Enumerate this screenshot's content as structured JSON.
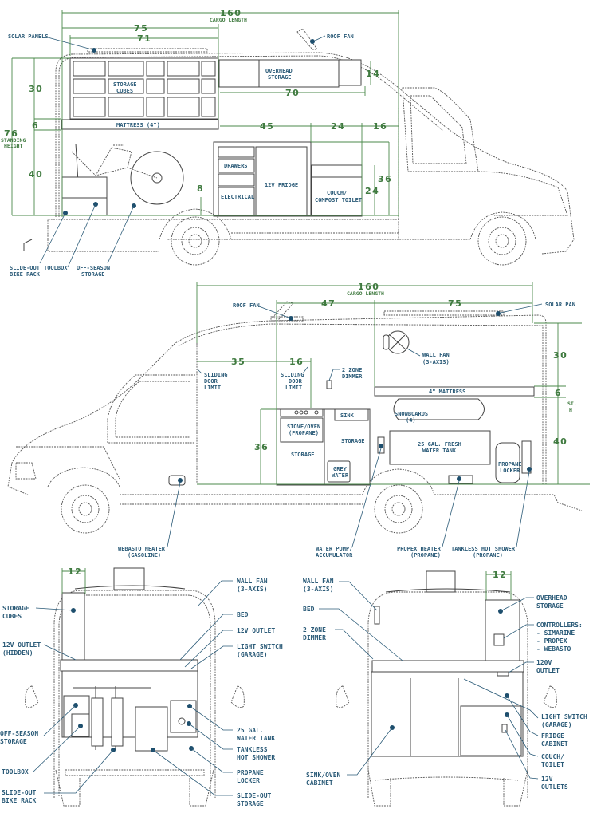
{
  "colors": {
    "label": "#2b5b78",
    "dimension": "#3f7a3f",
    "dot": "#1d4e6d",
    "lines": "#444444"
  },
  "side_view_driver": {
    "dims": {
      "cargo_length": "160",
      "cargo_length_label": "CARGO LENGTH",
      "d75": "75",
      "d71": "71",
      "d70": "70",
      "d14": "14",
      "d30": "30",
      "d6": "6",
      "d40": "40",
      "d76": "76",
      "standing": "STANDING",
      "height": "HEIGHT",
      "d45": "45",
      "d24a": "24",
      "d16": "16",
      "d36": "36",
      "d24b": "24",
      "d8": "8"
    },
    "labels": {
      "solar_panels": "SOLAR PANELS",
      "roof_fan": "ROOF FAN",
      "storage_cubes_1": "STORAGE",
      "storage_cubes_2": "CUBES",
      "overhead_1": "OVERHEAD",
      "overhead_2": "STORAGE",
      "mattress": "MATTRESS (4\")",
      "drawers": "DRAWERS",
      "electrical": "ELECTRICAL",
      "fridge": "12V FRIDGE",
      "couch_1": "COUCH/",
      "couch_2": "COMPOST TOILET",
      "bike_rack_1": "SLIDE-OUT",
      "bike_rack_2": "BIKE RACK",
      "toolbox": "TOOLBOX",
      "offseason_1": "OFF-SEASON",
      "offseason_2": "STORAGE"
    }
  },
  "side_view_passenger": {
    "dims": {
      "cargo_length": "160",
      "cargo_length_label": "CARGO LENGTH",
      "d47": "47",
      "d75": "75",
      "d35": "35",
      "d16": "16",
      "d36": "36",
      "d30": "30",
      "d6": "6",
      "d40": "40",
      "st": "ST.",
      "h": "H"
    },
    "labels": {
      "roof_fan": "ROOF FAN",
      "solar_pan": "SOLAR PAN",
      "wall_fan_1": "WALL FAN",
      "wall_fan_2": "(3-AXIS)",
      "sliding_a_1": "SLIDING",
      "sliding_a_2": "DOOR",
      "sliding_a_3": "LIMIT",
      "sliding_b_1": "SLIDING",
      "sliding_b_2": "DOOR",
      "sliding_b_3": "LIMIT",
      "dimmer_1": "2 ZONE",
      "dimmer_2": "DIMMER",
      "mattress": "4\" MATTRESS",
      "sink": "SINK",
      "stove_1": "STOVE/OVEN",
      "stove_2": "(PROPANE)",
      "storage_a": "STORAGE",
      "storage_b": "STORAGE",
      "grey_1": "GREY",
      "grey_2": "WATER",
      "snowboards_1": "SNOWBOARDS",
      "snowboards_2": "(4)",
      "tank_1": "25 GAL. FRESH",
      "tank_2": "WATER TANK",
      "propane_1": "PROPANE",
      "propane_2": "LOCKER",
      "webasto_1": "WEBASTO HEATER",
      "webasto_2": "(GASOLINE)",
      "pump_1": "WATER PUMP/",
      "pump_2": "ACCUMULATOR",
      "propex_1": "PROPEX HEATER",
      "propex_2": "(PROPANE)",
      "shower_1": "TANKLESS HOT SHOWER",
      "shower_2": "(PROPANE)"
    }
  },
  "rear_view": {
    "dims": {
      "d12": "12"
    },
    "labels": {
      "storage_cubes_1": "STORAGE",
      "storage_cubes_2": "CUBES",
      "outlet_hidden_1": "12V OUTLET",
      "outlet_hidden_2": "(HIDDEN)",
      "offseason_1": "OFF-SEASON",
      "offseason_2": "STORAGE",
      "toolbox": "TOOLBOX",
      "bike_rack_1": "SLIDE-OUT",
      "bike_rack_2": "BIKE RACK",
      "wall_fan_1": "WALL FAN",
      "wall_fan_2": "(3-AXIS)",
      "bed": "BED",
      "outlet_12v": "12V OUTLET",
      "light_switch_1": "LIGHT SWITCH",
      "light_switch_2": "(GARAGE)",
      "water_tank_1": "25 GAL.",
      "water_tank_2": "WATER TANK",
      "shower_1": "TANKLESS",
      "shower_2": "HOT SHOWER",
      "propane_1": "PROPANE",
      "propane_2": "LOCKER",
      "slide_storage_1": "SLIDE-OUT",
      "slide_storage_2": "STORAGE"
    }
  },
  "front_view": {
    "dims": {
      "d12": "12"
    },
    "labels": {
      "wall_fan_1": "WALL FAN",
      "wall_fan_2": "(3-AXIS)",
      "bed": "BED",
      "dimmer_1": "2 ZONE",
      "dimmer_2": "DIMMER",
      "sink_oven_1": "SINK/OVEN",
      "sink_oven_2": "CABINET",
      "overhead_1": "OVERHEAD",
      "overhead_2": "STORAGE",
      "controllers_1": "CONTROLLERS:",
      "controllers_2": "- SIMARINE",
      "controllers_3": "- PROPEX",
      "controllers_4": "- WEBASTO",
      "outlet_120_1": "120V",
      "outlet_120_2": "OUTLET",
      "light_switch_1": "LIGHT SWITCH",
      "light_switch_2": "(GARAGE)",
      "fridge_1": "FRIDGE",
      "fridge_2": "CABINET",
      "couch_1": "COUCH/",
      "couch_2": "TOILET",
      "outlets_1": "12V",
      "outlets_2": "OUTLETS"
    }
  }
}
